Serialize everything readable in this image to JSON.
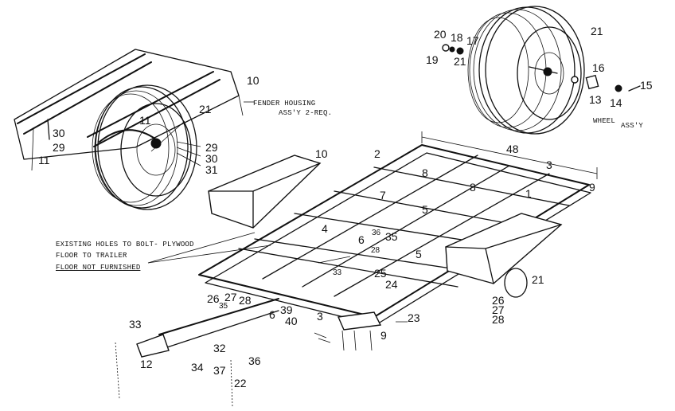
{
  "callouts": {
    "c1": "1",
    "c2": "2",
    "c3": "3",
    "c3b": "3",
    "c4": "4",
    "c5a": "5",
    "c5b": "5",
    "c6a": "6",
    "c6b": "6",
    "c7": "7",
    "c8a": "8",
    "c8b": "8",
    "c9a": "9",
    "c9b": "9",
    "c10a": "10",
    "c10b": "10",
    "c11a": "11",
    "c11b": "11",
    "c12": "12",
    "c13": "13",
    "c14": "14",
    "c15": "15",
    "c16": "16",
    "c17": "17",
    "c18": "18",
    "c19": "19",
    "c20": "20",
    "c21a": "21",
    "c21b": "21",
    "c21c": "21",
    "c21d": "21",
    "c22": "22",
    "c23": "23",
    "c24": "24",
    "c25": "25",
    "c26a": "26",
    "c26b": "26",
    "c27a": "27",
    "c27b": "27",
    "c28a": "28",
    "c28b": "28",
    "c28c": "28",
    "c29a": "29",
    "c29b": "29",
    "c30a": "30",
    "c30b": "30",
    "c31": "31",
    "c32": "32",
    "c33a": "33",
    "c33b": "33",
    "c34": "34",
    "c35a": "35",
    "c35b": "35",
    "c36a": "36",
    "c36b": "36",
    "c37": "37",
    "c39": "39",
    "c40": "40",
    "c48": "48"
  },
  "labels": {
    "fender_line1": "FENDER HOUSING",
    "fender_line2": "ASS'Y 2-REQ.",
    "wheel_line1": "WHEEL",
    "wheel_line2": "ASS'Y",
    "note_line1": "EXISTING HOLES TO BOLT- PLYWOOD",
    "note_line2": "FLOOR TO TRAILER",
    "note_line3": "FLOOR NOT FURNISHED"
  }
}
